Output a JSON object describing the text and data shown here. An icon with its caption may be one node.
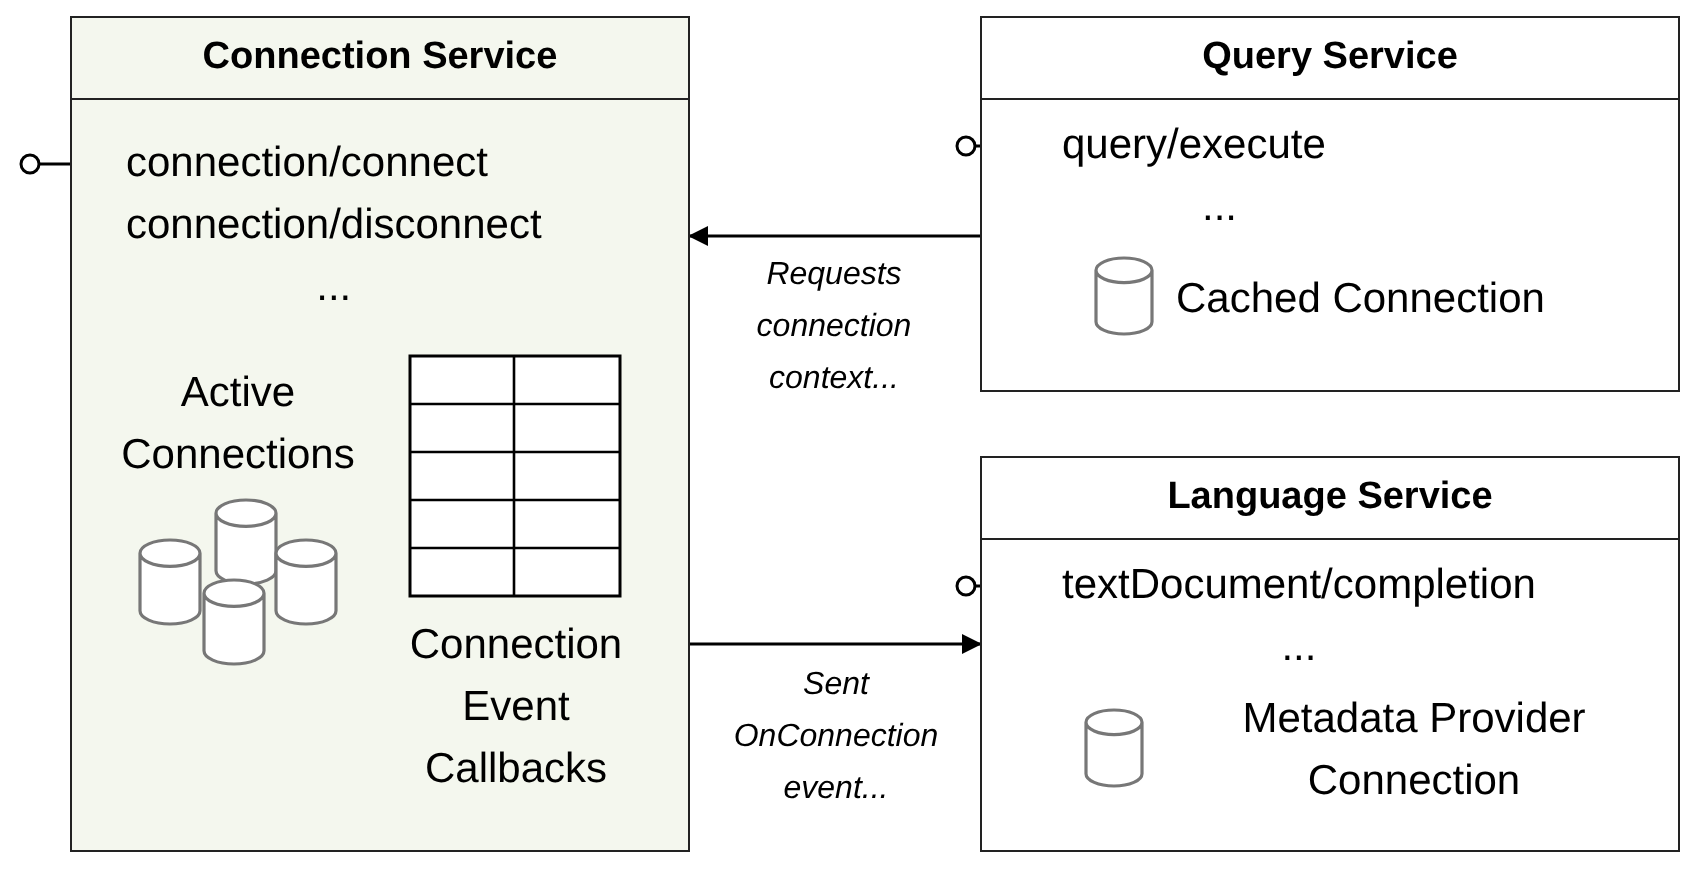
{
  "diagram": {
    "nodes": [
      {
        "text": [
          "Connection Service"
        ]
      },
      {
        "text": [
          "connection/connect",
          "connection/disconnect",
          "..."
        ],
        "in": 0
      },
      {
        "text": [
          "Active Connections"
        ],
        "in": 0
      },
      {
        "text": [
          "Connection Event Callbacks"
        ],
        "in": 0
      },
      {
        "text": [
          "Query Service"
        ]
      },
      {
        "text": [
          "query/execute",
          "..."
        ],
        "in": 4
      },
      {
        "text": [
          "Cached Connection"
        ],
        "in": 4
      },
      {
        "text": [
          "Language Service"
        ]
      },
      {
        "text": [
          "textDocument/completion",
          "..."
        ],
        "in": 7
      },
      {
        "text": [
          "Metadata Provider Connection"
        ],
        "in": 7
      }
    ],
    "edges": [
      {
        "from": 4,
        "to": 0,
        "arrow": "to",
        "label": "Requests connection context..."
      },
      {
        "from": 0,
        "to": 7,
        "arrow": "to",
        "label": "Sent OnConnection event..."
      },
      {
        "from": null,
        "to": 1,
        "arrow": "other"
      },
      {
        "from": null,
        "to": 5,
        "arrow": "other"
      },
      {
        "from": null,
        "to": 8,
        "arrow": "other"
      }
    ]
  }
}
